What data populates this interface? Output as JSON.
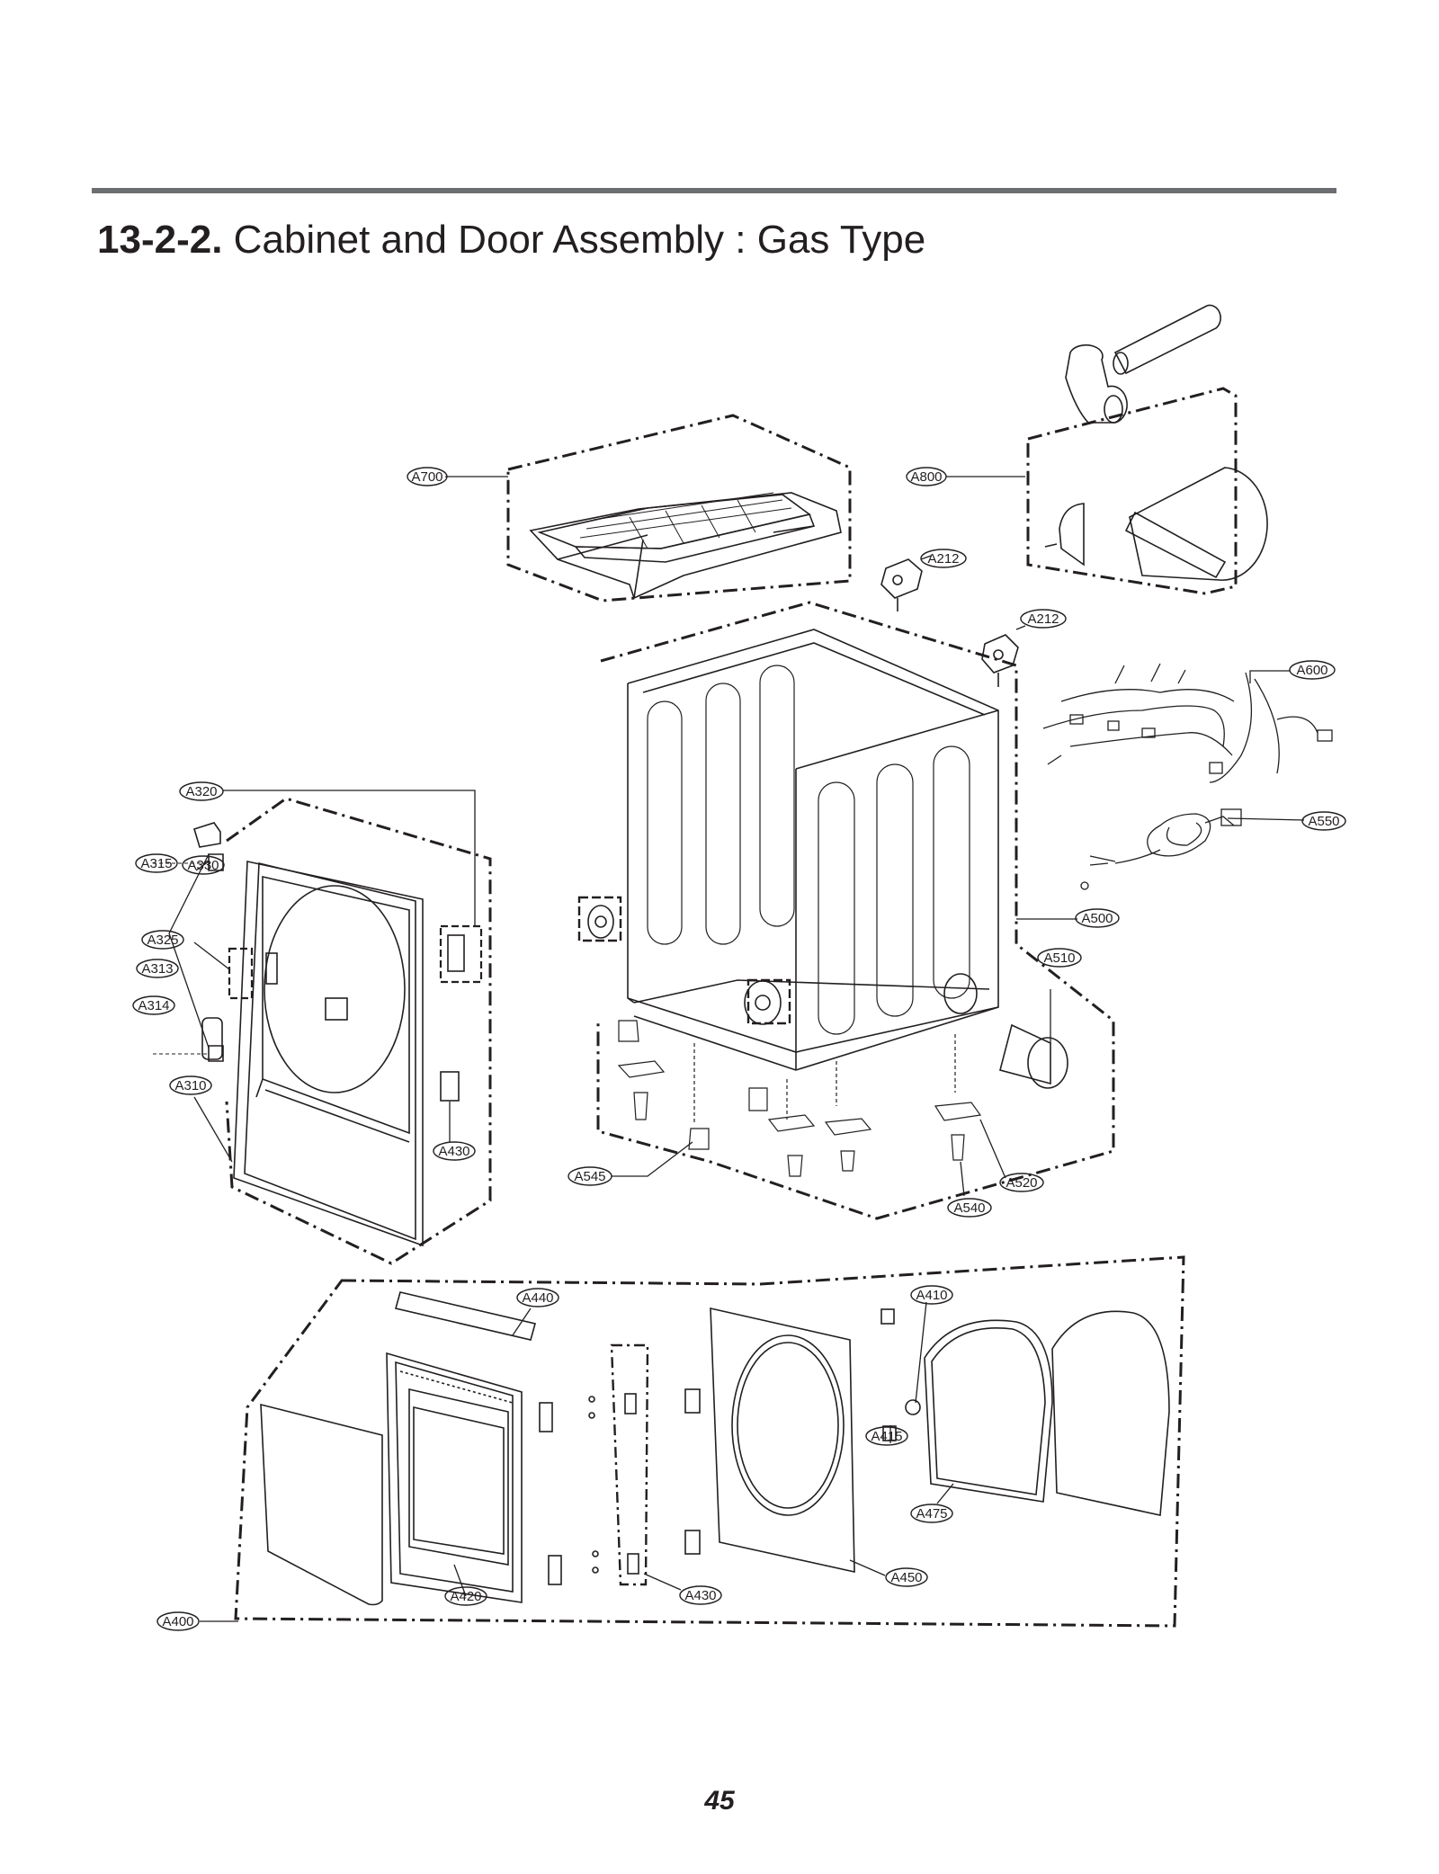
{
  "header": {
    "section_number": "13-2-2.",
    "section_title": "Cabinet and Door Assembly : Gas Type"
  },
  "footer": {
    "page_number": "45"
  },
  "callouts": [
    {
      "id": "a700",
      "text": "A700"
    },
    {
      "id": "a800",
      "text": "A800"
    },
    {
      "id": "a212a",
      "text": "A212"
    },
    {
      "id": "a212b",
      "text": "A212"
    },
    {
      "id": "a600",
      "text": "A600"
    },
    {
      "id": "a550",
      "text": "A550"
    },
    {
      "id": "a500",
      "text": "A500"
    },
    {
      "id": "a510",
      "text": "A510"
    },
    {
      "id": "a520",
      "text": "A520"
    },
    {
      "id": "a540",
      "text": "A540"
    },
    {
      "id": "a545",
      "text": "A545"
    },
    {
      "id": "a320",
      "text": "A320"
    },
    {
      "id": "a315",
      "text": "A315"
    },
    {
      "id": "a330",
      "text": "A330"
    },
    {
      "id": "a325",
      "text": "A325"
    },
    {
      "id": "a313",
      "text": "A313"
    },
    {
      "id": "a314",
      "text": "A314"
    },
    {
      "id": "a310",
      "text": "A310"
    },
    {
      "id": "a430a",
      "text": "A430"
    },
    {
      "id": "a440",
      "text": "A440"
    },
    {
      "id": "a410",
      "text": "A410"
    },
    {
      "id": "a415",
      "text": "A415"
    },
    {
      "id": "a475",
      "text": "A475"
    },
    {
      "id": "a450",
      "text": "A450"
    },
    {
      "id": "a430b",
      "text": "A430"
    },
    {
      "id": "a420",
      "text": "A420"
    },
    {
      "id": "a400",
      "text": "A400"
    }
  ]
}
